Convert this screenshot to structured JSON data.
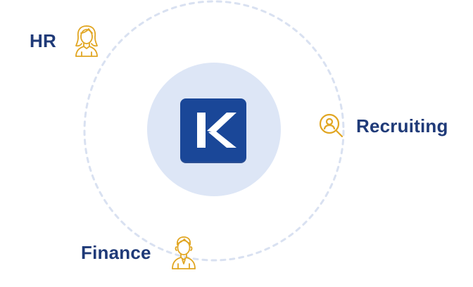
{
  "diagram": {
    "center": {
      "logo_letter": "K",
      "logo_icon": "k-logo-icon"
    },
    "nodes": [
      {
        "id": "hr",
        "label": "HR",
        "icon": "female-person-icon"
      },
      {
        "id": "recruiting",
        "label": "Recruiting",
        "icon": "search-person-icon"
      },
      {
        "id": "finance",
        "label": "Finance",
        "icon": "male-person-icon"
      }
    ]
  },
  "colors": {
    "label_text": "#1f3a78",
    "icon_stroke": "#e1a623",
    "center_disc": "#dde6f6",
    "logo_tile": "#1a4798",
    "ring_dash": "#d9e1f1"
  }
}
